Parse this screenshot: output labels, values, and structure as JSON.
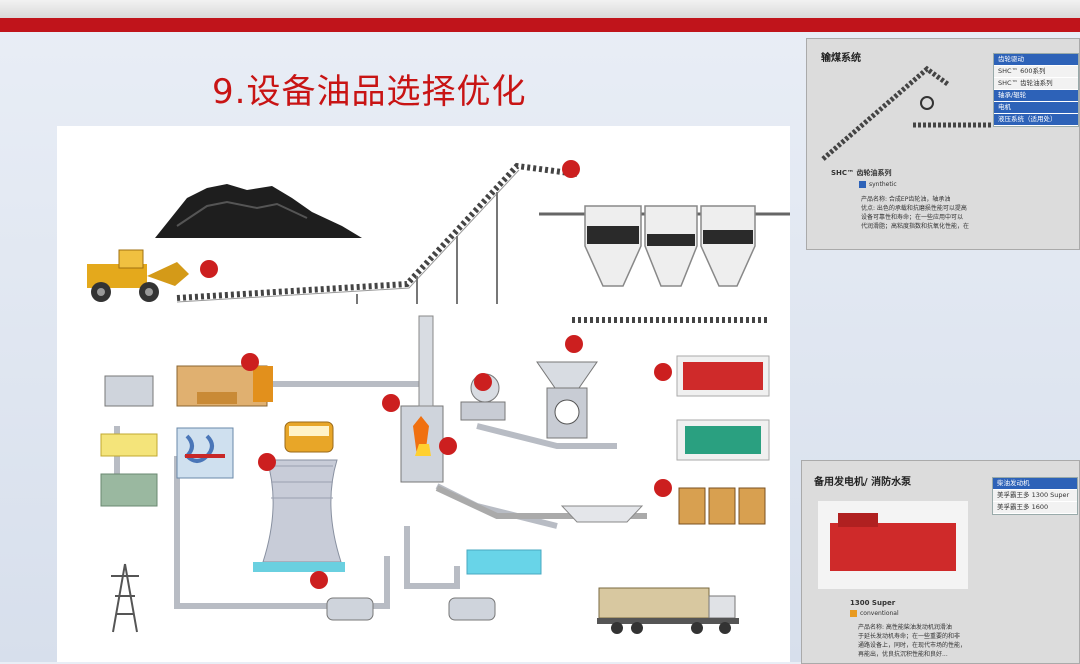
{
  "slide": {
    "title": "9.设备油品选择优化"
  },
  "colors": {
    "accent_red": "#c0141b",
    "title_red": "#c81414",
    "marker_red": "#cc1f1f",
    "panel_select_blue": "#2d62b8"
  },
  "panel_coal": {
    "title": "输煤系统",
    "menu": [
      "齿轮驱动",
      "SHC™ 600系列",
      "SHC™ 齿轮油系列",
      "轴承/辊轮",
      "电机",
      "液压系统（适用处）"
    ],
    "product": "SHC™ 齿轮油系列",
    "product_tag": "synthetic",
    "line1": "产品名称: 合成EP齿轮油，轴承油",
    "line2": "优点: 出色的承载和抗磨损性能可以提高",
    "line3": "设备可靠性和寿命；在一些应用中可以",
    "line4": "代润滑脂；高粘度指数和抗氧化性能，在"
  },
  "panel_generator": {
    "title": "备用发电机/ 消防水泵",
    "menu": [
      "柴油发动机",
      "美孚霸王多 1300 Super",
      "美孚霸王多 1600"
    ],
    "product": "1300 Super",
    "product_tag": "conventional",
    "line1": "产品名称: 高性能柴油发动机润滑油",
    "line2": "于延长发动机寿命；在一些重要的和非",
    "line3": "通路设备上，同时，在现代市场的性能，",
    "line4": "再能出，优良抗沉积性能和良好..."
  }
}
